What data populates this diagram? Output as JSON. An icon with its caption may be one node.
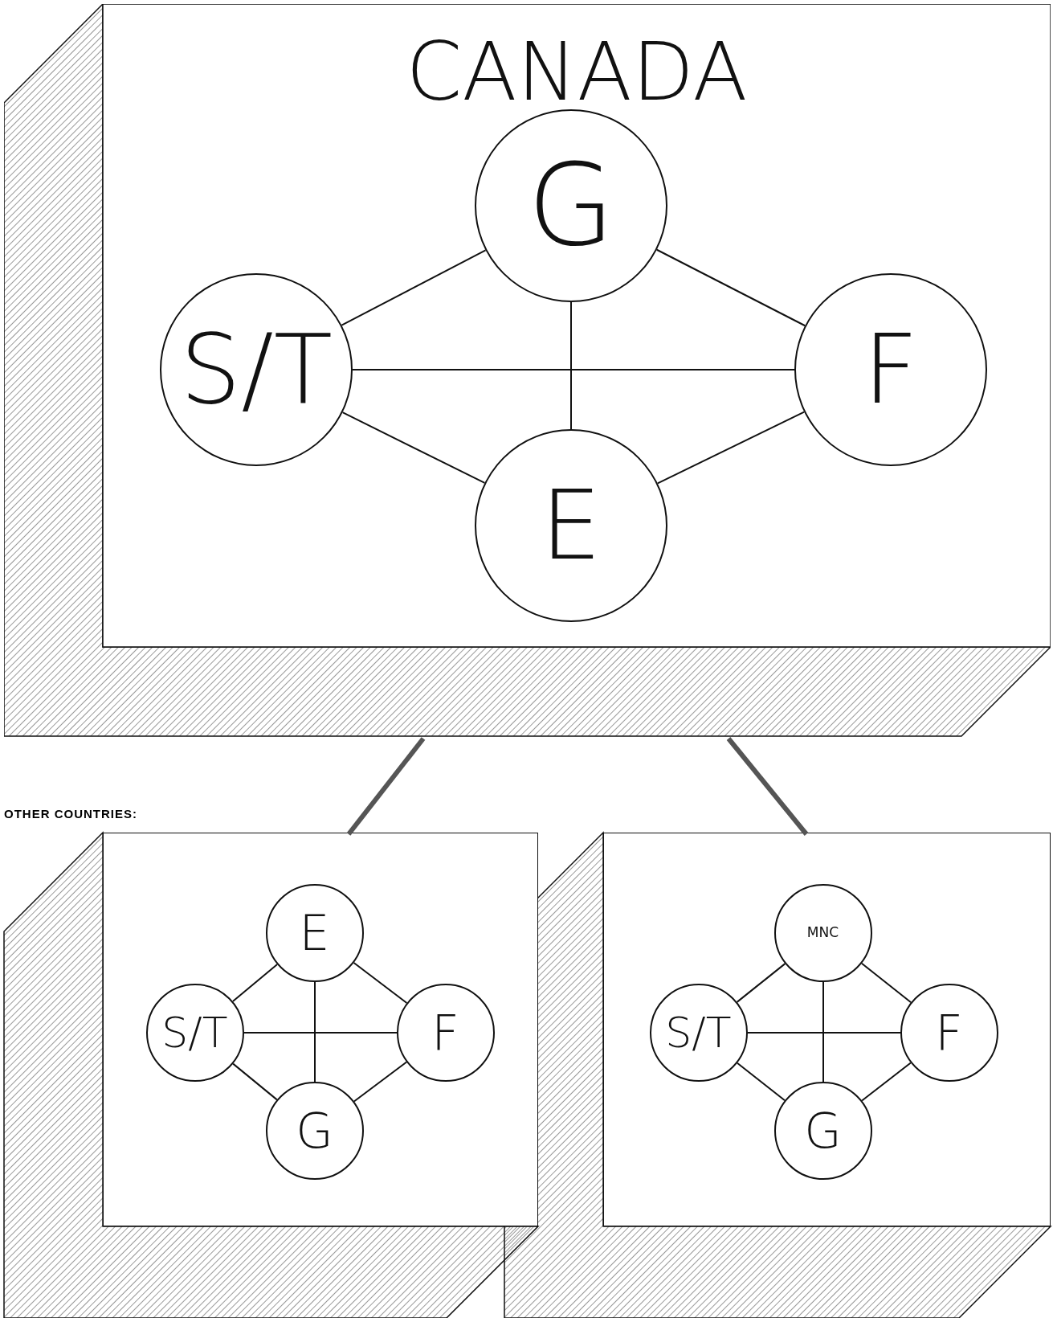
{
  "diagram": {
    "nodes": [
      {
        "text": [
          "CANADA"
        ]
      },
      {
        "text": [
          "G"
        ],
        "in": 0
      },
      {
        "text": [
          "S/T"
        ],
        "in": 0
      },
      {
        "text": [
          "F"
        ],
        "in": 0
      },
      {
        "text": [
          "E"
        ],
        "in": 0
      },
      {
        "text": [],
        "shape": "box"
      },
      {
        "text": [
          "E"
        ],
        "in": 5
      },
      {
        "text": [
          "S/T"
        ],
        "in": 5
      },
      {
        "text": [
          "F"
        ],
        "in": 5
      },
      {
        "text": [
          "G"
        ],
        "in": 5
      },
      {
        "text": [],
        "shape": "box"
      },
      {
        "text": [
          "MNC"
        ],
        "in": 10
      },
      {
        "text": [
          "S/T"
        ],
        "in": 10
      },
      {
        "text": [
          "F"
        ],
        "in": 10
      },
      {
        "text": [
          "G"
        ],
        "in": 10
      }
    ],
    "edges": [
      {
        "from": 1,
        "to": 2,
        "arrow": "none"
      },
      {
        "from": 1,
        "to": 3,
        "arrow": "none"
      },
      {
        "from": 2,
        "to": 3,
        "arrow": "none"
      },
      {
        "from": 1,
        "to": 4,
        "arrow": "none"
      },
      {
        "from": 2,
        "to": 4,
        "arrow": "none"
      },
      {
        "from": 3,
        "to": 4,
        "arrow": "none"
      },
      {
        "from": 0,
        "to": 5,
        "arrow": "none",
        "style": "thick"
      },
      {
        "from": 0,
        "to": 10,
        "arrow": "none",
        "style": "thick"
      },
      {
        "from": 6,
        "to": 7,
        "arrow": "none"
      },
      {
        "from": 6,
        "to": 8,
        "arrow": "none"
      },
      {
        "from": 7,
        "to": 8,
        "arrow": "none"
      },
      {
        "from": 6,
        "to": 9,
        "arrow": "none"
      },
      {
        "from": 7,
        "to": 9,
        "arrow": "none"
      },
      {
        "from": 8,
        "to": 9,
        "arrow": "none"
      },
      {
        "from": 11,
        "to": 12,
        "arrow": "none"
      },
      {
        "from": 11,
        "to": 13,
        "arrow": "none"
      },
      {
        "from": 12,
        "to": 13,
        "arrow": "none"
      },
      {
        "from": 11,
        "to": 14,
        "arrow": "none"
      },
      {
        "from": 12,
        "to": 14,
        "arrow": "none"
      },
      {
        "from": 13,
        "to": 14,
        "arrow": "none"
      }
    ],
    "labels": [
      "OTHER COUNTRIES:"
    ]
  }
}
